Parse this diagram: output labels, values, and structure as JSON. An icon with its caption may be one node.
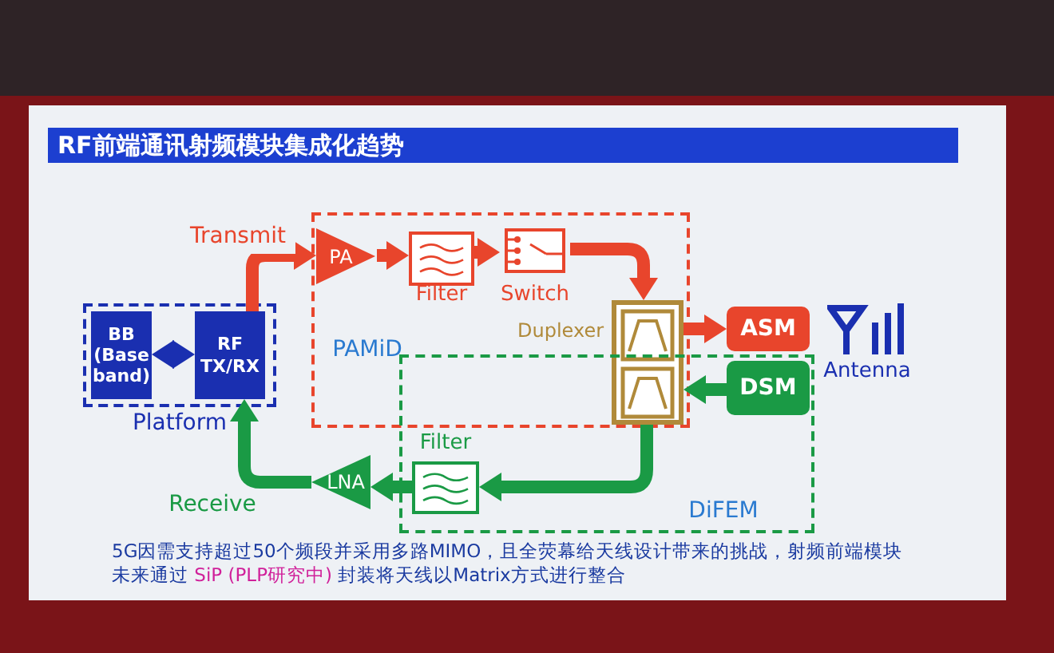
{
  "diagram": {
    "title": "RF前端通讯射频模块集成化趋势",
    "nodes": [
      {
        "text": [
          "Platform"
        ]
      },
      {
        "text": [
          "BB (Base band)"
        ],
        "in": 0
      },
      {
        "text": [
          "RF TX/RX"
        ],
        "in": 0
      },
      {
        "text": [
          "PAMiD"
        ]
      },
      {
        "text": [
          "PA"
        ],
        "in": 3
      },
      {
        "text": [
          "Filter"
        ],
        "in": 3
      },
      {
        "text": [
          "Switch"
        ],
        "in": 3
      },
      {
        "text": [
          "Duplexer"
        ],
        "in": 3
      },
      {
        "text": [
          "DiFEM"
        ]
      },
      {
        "text": [
          "Filter"
        ],
        "in": 8
      },
      {
        "text": [
          "LNA"
        ]
      },
      {
        "text": [
          "ASM"
        ]
      },
      {
        "text": [
          "DSM"
        ],
        "in": 8
      },
      {
        "text": [
          "Antenna"
        ]
      }
    ],
    "edges": [
      {
        "from": 1,
        "to": 2,
        "arrow": "both",
        "color": "#1a2fb0"
      },
      {
        "from": 2,
        "to": 4,
        "arrow": "to",
        "label": "Transmit"
      },
      {
        "from": 4,
        "to": 5,
        "arrow": "to"
      },
      {
        "from": 5,
        "to": 6,
        "arrow": "to"
      },
      {
        "from": 6,
        "to": 7,
        "arrow": "to"
      },
      {
        "from": 7,
        "to": 11,
        "arrow": "to"
      },
      {
        "from": 12,
        "to": 7,
        "arrow": "to",
        "color": "#1a9a45"
      },
      {
        "from": 7,
        "to": 9,
        "arrow": "to",
        "color": "#1a9a45"
      },
      {
        "from": 9,
        "to": 10,
        "arrow": "to",
        "color": "#1a9a45"
      },
      {
        "from": 10,
        "to": 2,
        "arrow": "to",
        "label": "Receive",
        "color": "#1a9a45"
      }
    ],
    "labels": [
      "5G因需支持超过50个频段并采用多路MIMO，且全荧幕给天线设计带来的挑战，射频前端模块未来通过 **SiP (PLP研究中)** 封装将天线以Matrix方式进行整合"
    ]
  }
}
